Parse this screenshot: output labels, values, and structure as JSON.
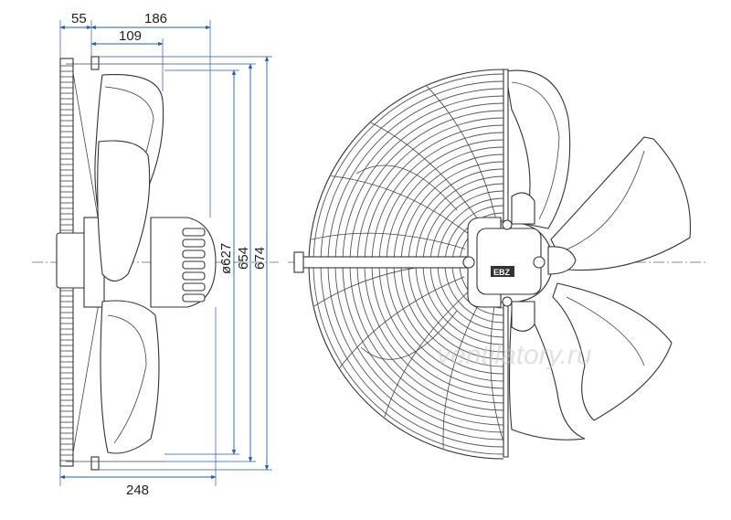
{
  "dimensions": {
    "d55": "55",
    "d186": "186",
    "d109": "109",
    "d248": "248",
    "d627": "ø627",
    "d654": "654",
    "d674": "674"
  },
  "motor_label": "EBZ",
  "watermark": "ventilatory.ru",
  "colors": {
    "dimension": "#2a5d9c",
    "outline": "#333333",
    "background": "#ffffff"
  }
}
